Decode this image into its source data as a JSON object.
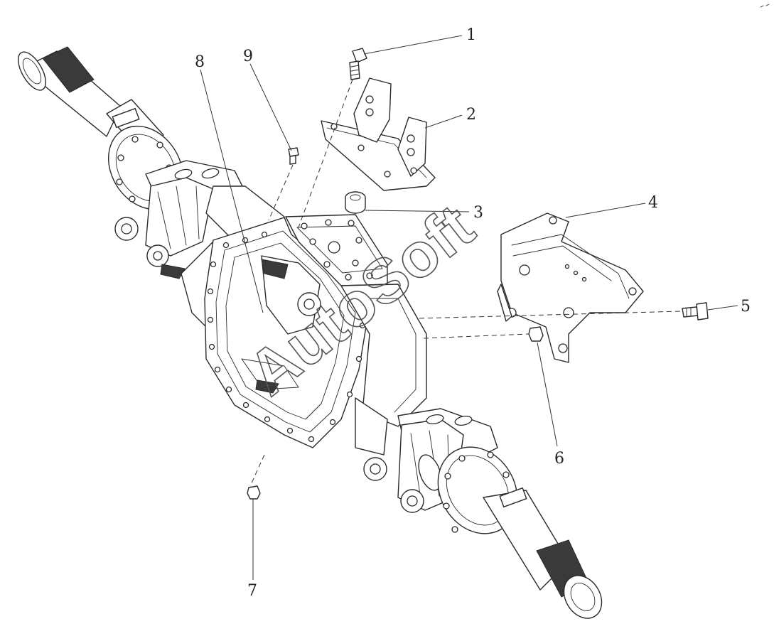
{
  "watermark": "AutoSoft",
  "callouts": [
    {
      "id": "1",
      "label": "1"
    },
    {
      "id": "2",
      "label": "2"
    },
    {
      "id": "3",
      "label": "3"
    },
    {
      "id": "4",
      "label": "4"
    },
    {
      "id": "5",
      "label": "5"
    },
    {
      "id": "6",
      "label": "6"
    },
    {
      "id": "7",
      "label": "7"
    },
    {
      "id": "8",
      "label": "8"
    },
    {
      "id": "9",
      "label": "9"
    }
  ]
}
